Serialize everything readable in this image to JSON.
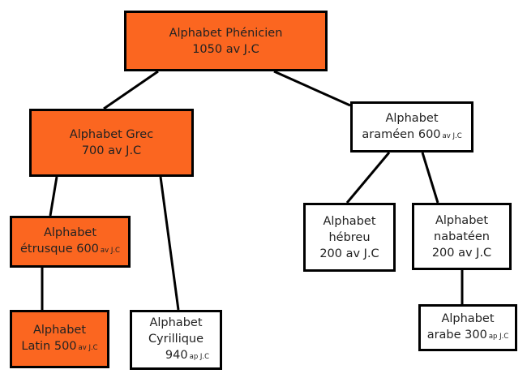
{
  "colors": {
    "ancestor_fill": "#fb6620",
    "other_fill": "#ffffff",
    "border": "#000000"
  },
  "nodes": {
    "phenicien": {
      "line1": "Alphabet Phénicien",
      "line2": "1050 av J.C"
    },
    "grec": {
      "line1": "Alphabet Grec",
      "line2": "700 av J.C"
    },
    "arameen": {
      "line1": "Alphabet",
      "line2_main": "araméen 600",
      "line2_small": "av J.C"
    },
    "etrusque": {
      "line1": "Alphabet",
      "line2_main": "étrusque 600",
      "line2_small": "av J.C"
    },
    "latin": {
      "line1": "Alphabet",
      "line2_main": "Latin 500",
      "line2_small": "av J.C"
    },
    "cyrillique": {
      "line1": "Alphabet",
      "line2": "Cyrillique",
      "line3_main": "940",
      "line3_small": "ap J.C"
    },
    "hebreu": {
      "line1": "Alphabet",
      "line2": "hébreu",
      "line3": "200 av J.C"
    },
    "nabateen": {
      "line1": "Alphabet",
      "line2": "nabatéen",
      "line3": "200 av J.C"
    },
    "arabe": {
      "line1": "Alphabet",
      "line2_main": "arabe 300",
      "line2_small": "ap J.C"
    }
  }
}
